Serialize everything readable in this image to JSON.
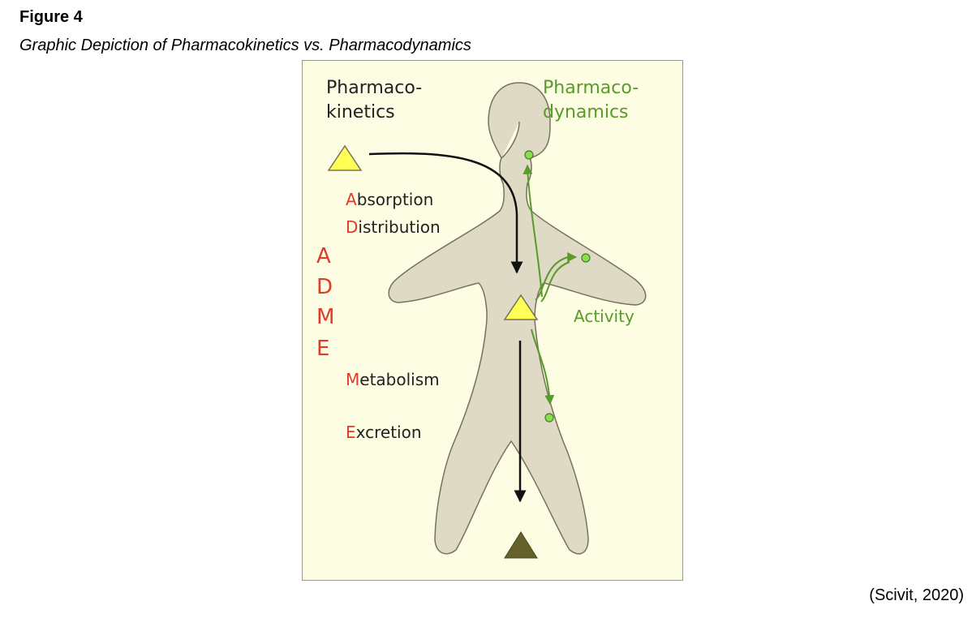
{
  "figure": {
    "label": "Figure 4",
    "caption": "Graphic Depiction of Pharmacokinetics vs. Pharmacodynamics",
    "citation": "(Scivit, 2020)"
  },
  "diagram": {
    "pk_heading": [
      "Pharmaco-",
      "kinetics"
    ],
    "pd_heading": [
      "Pharmaco-",
      "dynamics"
    ],
    "acronym": [
      "A",
      "D",
      "M",
      "E"
    ],
    "stages": [
      {
        "initial": "A",
        "rest": "bsorption"
      },
      {
        "initial": "D",
        "rest": "istribution"
      },
      {
        "initial": "M",
        "rest": "etabolism"
      },
      {
        "initial": "E",
        "rest": "xcretion"
      }
    ],
    "activity_label": "Activity",
    "colors": {
      "background": "#fdfde3",
      "body_fill": "#dedac5",
      "body_stroke": "#77735a",
      "drug": "#ffff55",
      "metabolite": "#66612a",
      "receptor": "#88e04a",
      "pd_green": "#5a9a2a",
      "adme_red": "#e23a2a",
      "black": "#111111"
    }
  }
}
